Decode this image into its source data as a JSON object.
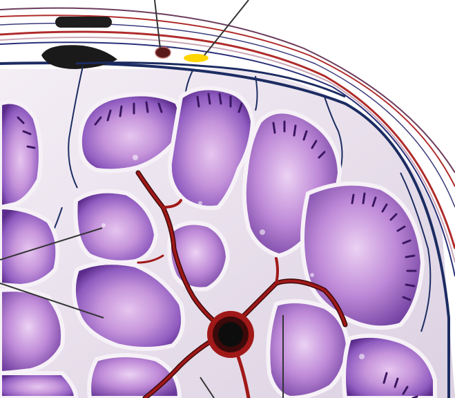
{
  "diagram": {
    "colors": {
      "background": "#ffffff",
      "septum": "#e9e2ec",
      "lobule_edge": "#5b2c8c",
      "lobule_mid": "#9a6cc2",
      "lobule_light": "#d6b2e6",
      "ridge": "#3a1660",
      "vessel_red": "#a01818",
      "vessel_dark": "#3c0a0a",
      "nerve_blue": "#1c2c62",
      "capsule_red": "#b02b2b",
      "capsule_blue": "#2a2f78",
      "capsule_dark": "#2a2a2a",
      "yellow_marker": "#ffd500",
      "leader_line": "#333333"
    },
    "parts": [
      "outer-capsule-arc",
      "subcapsular-nerve",
      "lymphoid-lobules",
      "interlobular-septa",
      "central-artery",
      "branching-vessels",
      "leader-lines"
    ]
  }
}
